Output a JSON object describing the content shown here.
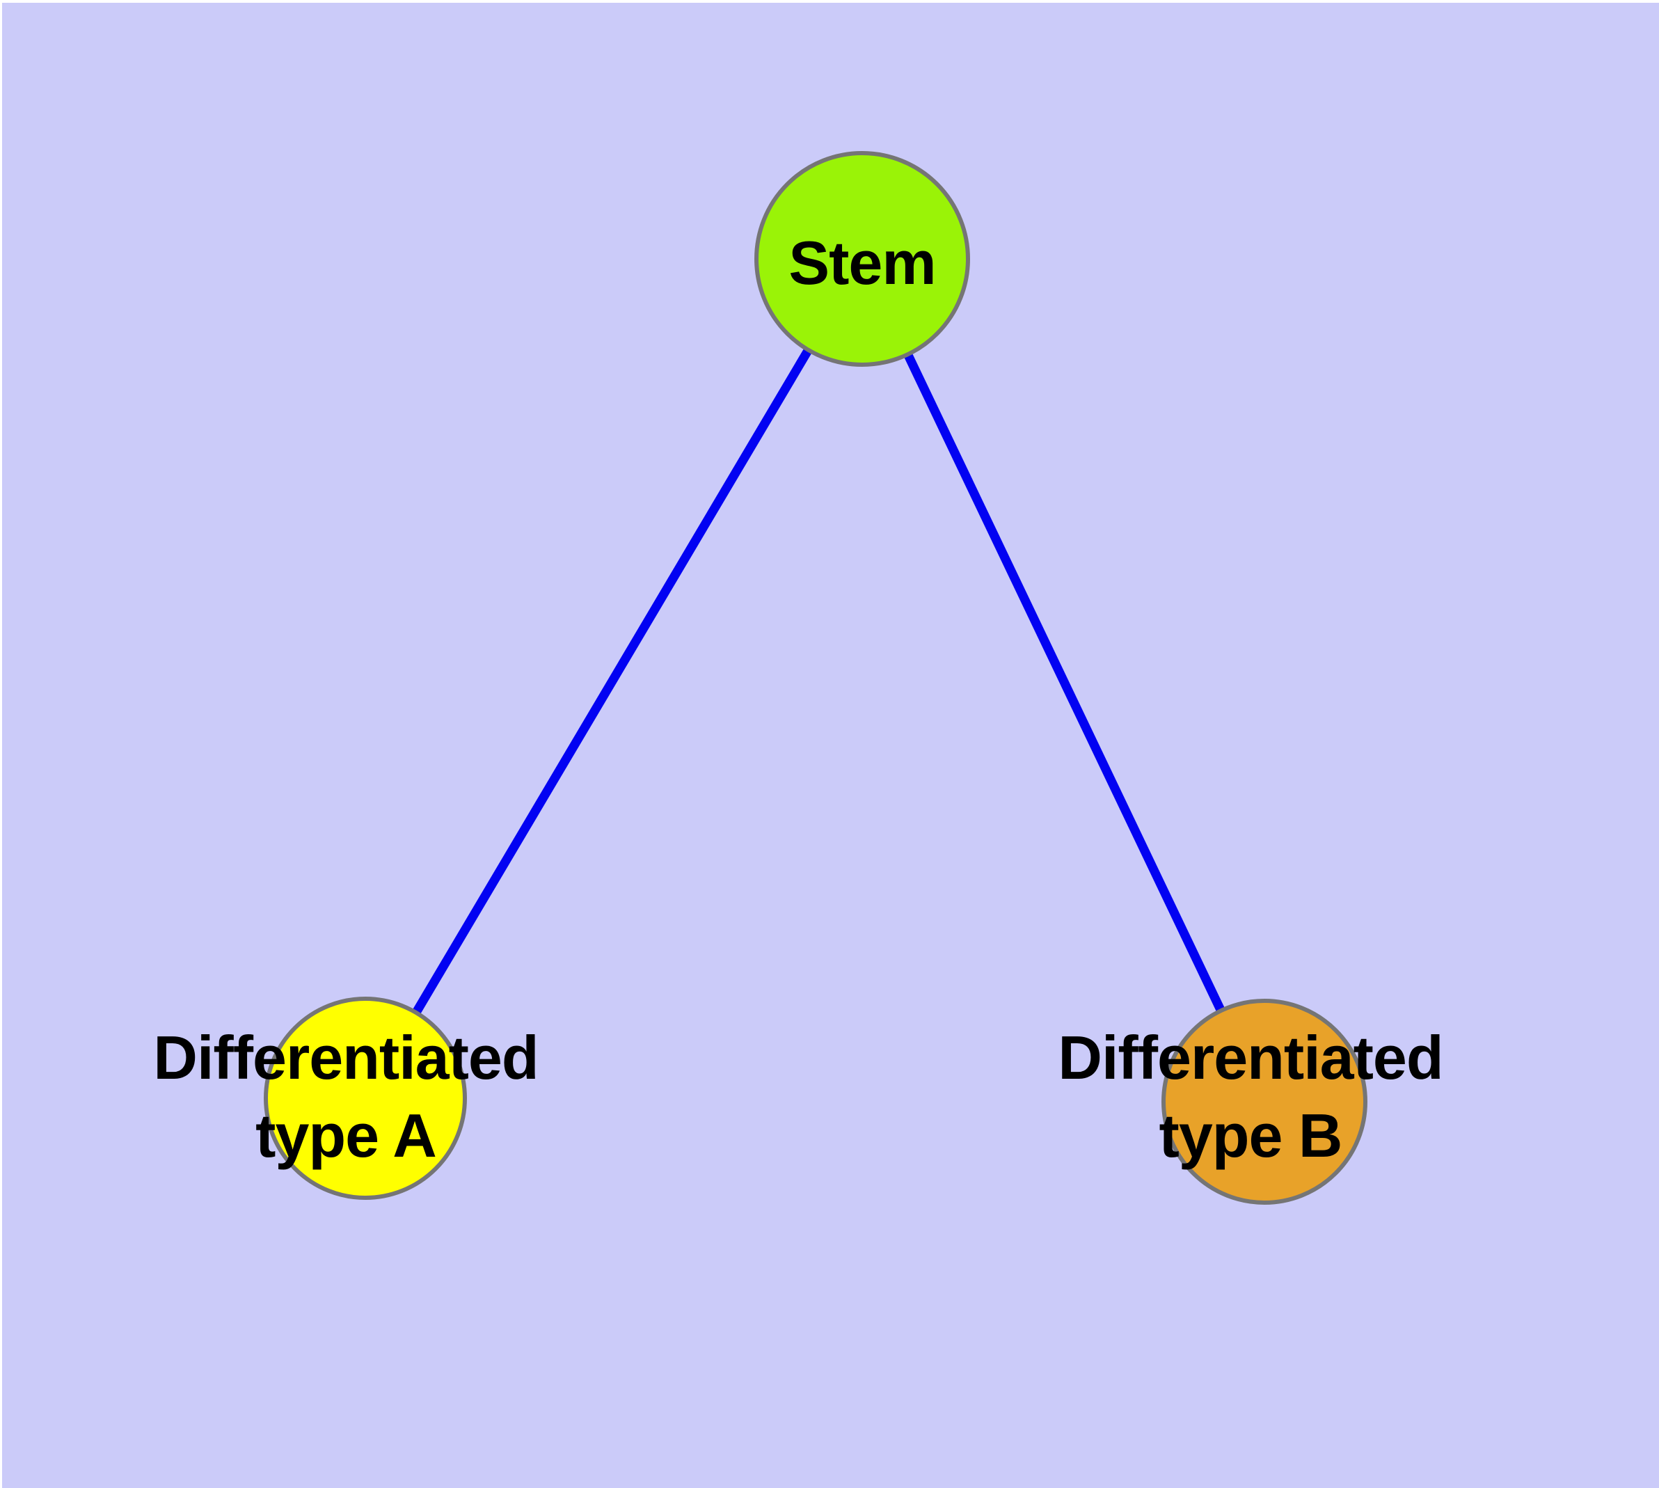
{
  "colors": {
    "page-margin": "#ffffff",
    "background": "#cbcbf9",
    "edge": "#0202f2",
    "node-border": "#757575",
    "label": "#000000",
    "node-stem": "#9af307",
    "node-type-a": "#ffff00",
    "node-type-b": "#e8a229"
  },
  "diagram": {
    "type": "node-link-tree",
    "nodes": [
      {
        "id": "stem",
        "label": "Stem"
      },
      {
        "id": "type-a",
        "label": [
          "Differentiated",
          "type A"
        ]
      },
      {
        "id": "type-b",
        "label": [
          "Differentiated",
          "type B"
        ]
      }
    ],
    "edges": [
      {
        "from": "stem",
        "to": "type-a"
      },
      {
        "from": "stem",
        "to": "type-b"
      }
    ]
  }
}
